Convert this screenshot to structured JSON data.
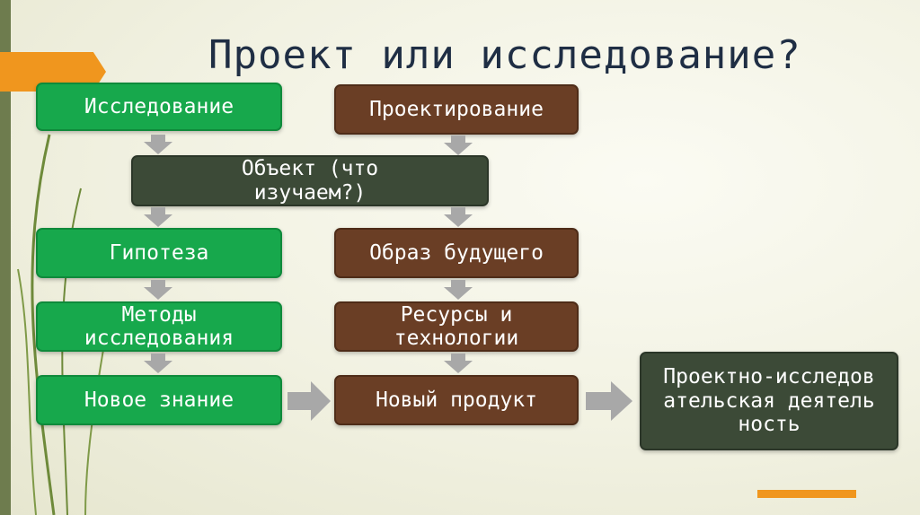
{
  "slide": {
    "title": "Проект или исследование?"
  },
  "diagram": {
    "research_column": [
      "Исследование",
      "Гипотеза",
      "Методы исследования",
      "Новое знание"
    ],
    "project_column": [
      "Проектирование",
      "Образ будущего",
      "Ресурсы и технологии",
      "Новый продукт"
    ],
    "shared_object": "Объект (что изучаем?)",
    "result": "Проектно-исследовательская деятельность"
  },
  "colors": {
    "research_box": "#17a84c",
    "project_box": "#6a3e25",
    "shared_box": "#3c4a37",
    "arrow": "#a8a8a8",
    "accent": "#f0961e",
    "title": "#1f2e44"
  }
}
